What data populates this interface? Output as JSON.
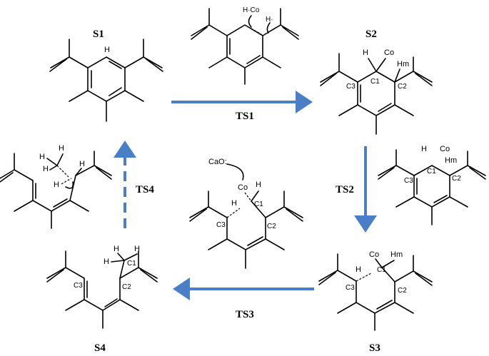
{
  "labels": {
    "s1": "S1",
    "s2": "S2",
    "s3": "S3",
    "s4": "S4",
    "ts1": "TS1",
    "ts2": "TS2",
    "ts3": "TS3",
    "ts4": "TS4"
  },
  "atoms": {
    "h": "H",
    "co": "Co",
    "hm": "Hm",
    "c1": "C1",
    "c2": "C2",
    "c3": "C3",
    "cao": "CaO:",
    "h_co": "H·Co",
    "h_dot": "H·"
  },
  "colors": {
    "arrow": "#4a7ec6",
    "ink": "#000000"
  }
}
